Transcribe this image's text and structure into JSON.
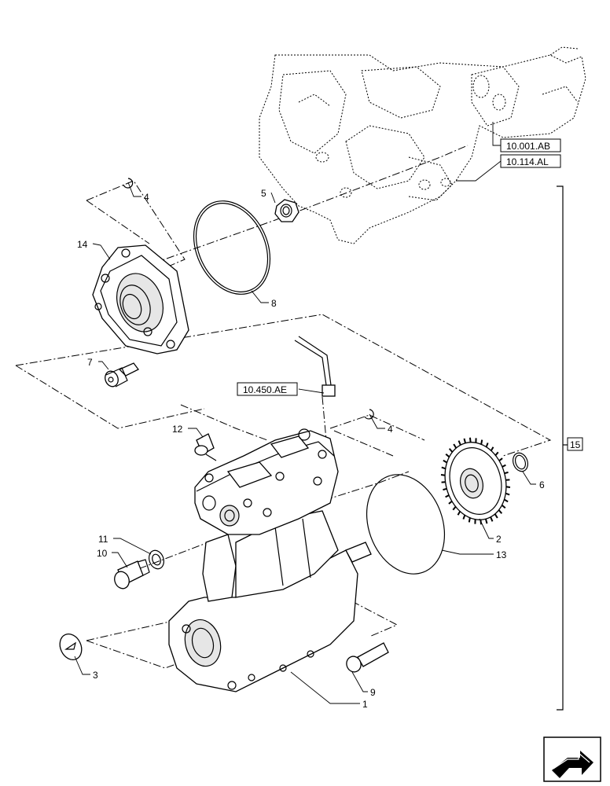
{
  "callouts": {
    "c1": "1",
    "c2": "2",
    "c3": "3",
    "c4a": "4",
    "c4b": "4",
    "c5": "5",
    "c6": "6",
    "c7": "7",
    "c8": "8",
    "c9": "9",
    "c10": "10",
    "c11": "11",
    "c12": "12",
    "c13": "13",
    "c14": "14"
  },
  "references": {
    "r1": "10.001.AB",
    "r2": "10.114.AL",
    "r3": "10.450.AE",
    "assembly": "15"
  },
  "icons": {
    "nav": "next-page-arrow-icon"
  }
}
